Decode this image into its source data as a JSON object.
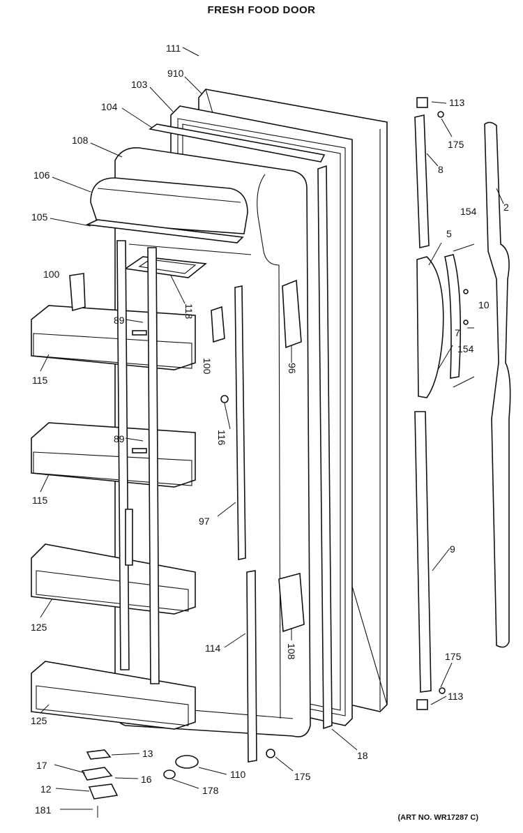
{
  "title": "FRESH FOOD DOOR",
  "art_number": "(ART NO. WR17287 C)",
  "callouts": [
    {
      "id": "c111",
      "text": "111"
    },
    {
      "id": "c910",
      "text": "910"
    },
    {
      "id": "c103",
      "text": "103"
    },
    {
      "id": "c104",
      "text": "104"
    },
    {
      "id": "c108a",
      "text": "108"
    },
    {
      "id": "c106",
      "text": "106"
    },
    {
      "id": "c105",
      "text": "105"
    },
    {
      "id": "c100a",
      "text": "100"
    },
    {
      "id": "c118",
      "text": "118"
    },
    {
      "id": "c89a",
      "text": "89"
    },
    {
      "id": "c100b",
      "text": "100"
    },
    {
      "id": "c115a",
      "text": "115"
    },
    {
      "id": "c96",
      "text": "96"
    },
    {
      "id": "c116",
      "text": "116"
    },
    {
      "id": "c89b",
      "text": "89"
    },
    {
      "id": "c115b",
      "text": "115"
    },
    {
      "id": "c97",
      "text": "97"
    },
    {
      "id": "c125a",
      "text": "125"
    },
    {
      "id": "c114",
      "text": "114"
    },
    {
      "id": "c108b",
      "text": "108"
    },
    {
      "id": "c125b",
      "text": "125"
    },
    {
      "id": "c113a",
      "text": "113"
    },
    {
      "id": "c175a",
      "text": "175"
    },
    {
      "id": "c8",
      "text": "8"
    },
    {
      "id": "c2",
      "text": "2"
    },
    {
      "id": "c154a",
      "text": "154"
    },
    {
      "id": "c5",
      "text": "5"
    },
    {
      "id": "c10",
      "text": "10"
    },
    {
      "id": "c7",
      "text": "7"
    },
    {
      "id": "c154b",
      "text": "154"
    },
    {
      "id": "c9",
      "text": "9"
    },
    {
      "id": "c175b",
      "text": "175"
    },
    {
      "id": "c113b",
      "text": "113"
    },
    {
      "id": "c18",
      "text": "18"
    },
    {
      "id": "c13",
      "text": "13"
    },
    {
      "id": "c17",
      "text": "17"
    },
    {
      "id": "c16",
      "text": "16"
    },
    {
      "id": "c12",
      "text": "12"
    },
    {
      "id": "c181",
      "text": "181"
    },
    {
      "id": "c110",
      "text": "110"
    },
    {
      "id": "c178",
      "text": "178"
    },
    {
      "id": "c175c",
      "text": "175"
    }
  ]
}
